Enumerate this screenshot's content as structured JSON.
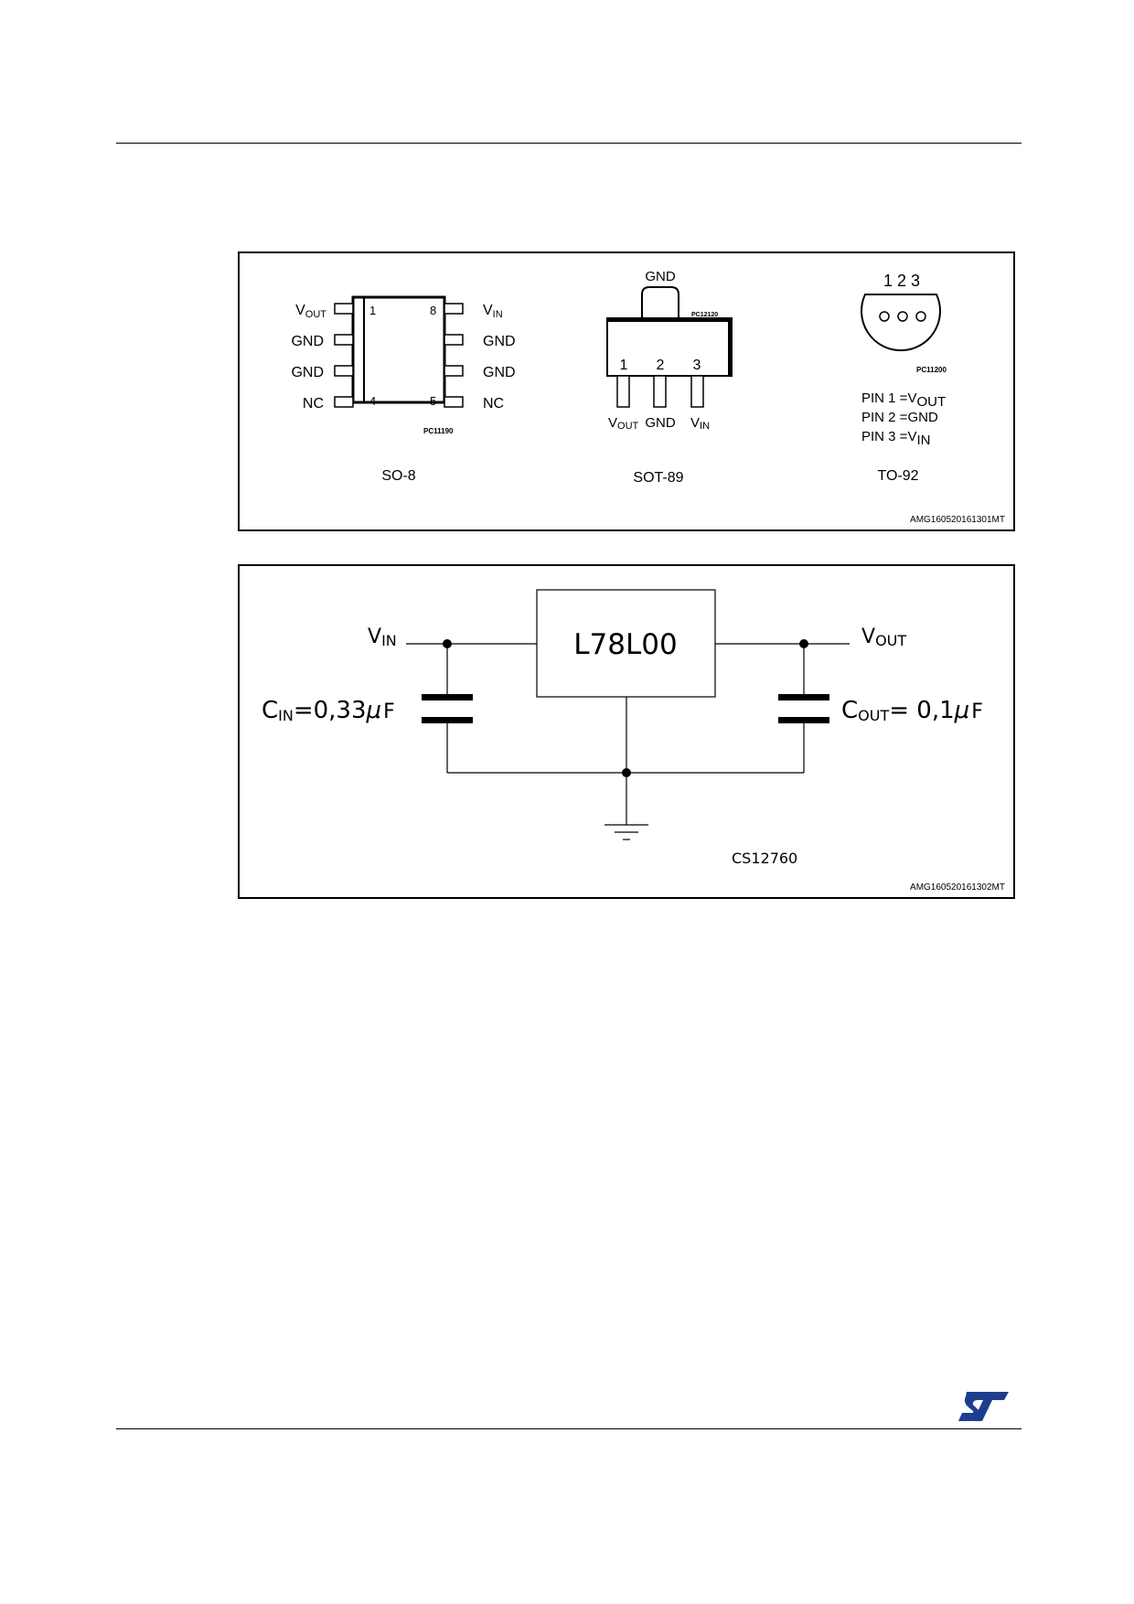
{
  "figure1": {
    "so8": {
      "caption": "SO-8",
      "code": "PC11190",
      "left_pins": [
        {
          "label": "V",
          "sub": "OUT"
        },
        {
          "label": "GND",
          "sub": ""
        },
        {
          "label": "GND",
          "sub": ""
        },
        {
          "label": "NC",
          "sub": ""
        }
      ],
      "right_pins": [
        {
          "label": "V",
          "sub": "IN"
        },
        {
          "label": "GND",
          "sub": ""
        },
        {
          "label": "GND",
          "sub": ""
        },
        {
          "label": "NC",
          "sub": ""
        }
      ],
      "pin_numbers": {
        "top_left": "1",
        "top_right": "8",
        "bottom_left": "4",
        "bottom_right": "5"
      }
    },
    "sot89": {
      "caption": "SOT-89",
      "code": "PC12120",
      "tab_label": "GND",
      "pin_numbers": [
        "1",
        "2",
        "3"
      ],
      "pins": [
        {
          "label": "V",
          "sub": "OUT"
        },
        {
          "label": "GND",
          "sub": ""
        },
        {
          "label": "V",
          "sub": "IN"
        }
      ]
    },
    "to92": {
      "caption": "TO-92",
      "code": "PC11200",
      "pin_numbers": "1 2 3",
      "assignments": [
        {
          "prefix": "PIN 1 =V",
          "sub": "OUT"
        },
        {
          "prefix": "PIN 2 =GND",
          "sub": ""
        },
        {
          "prefix": "PIN 3 =V",
          "sub": "IN"
        }
      ]
    },
    "id": "AMG160520161301MT"
  },
  "figure2": {
    "device": "L78L00",
    "vin": {
      "label": "V",
      "sub": "IN"
    },
    "vout": {
      "label": "V",
      "sub": "OUT"
    },
    "cin": {
      "label": "C",
      "sub": "IN",
      "value": "=0,33",
      "unit_mu": "μ",
      "unit_f": "F"
    },
    "cout": {
      "label": "C",
      "sub": "OUT",
      "value": "= 0,1",
      "unit_mu": "μ",
      "unit_f": "F"
    },
    "code": "CS12760",
    "id": "AMG160520161302MT"
  },
  "footer": {
    "logo_text": "ST",
    "logo_color": "#1f3d8f"
  }
}
